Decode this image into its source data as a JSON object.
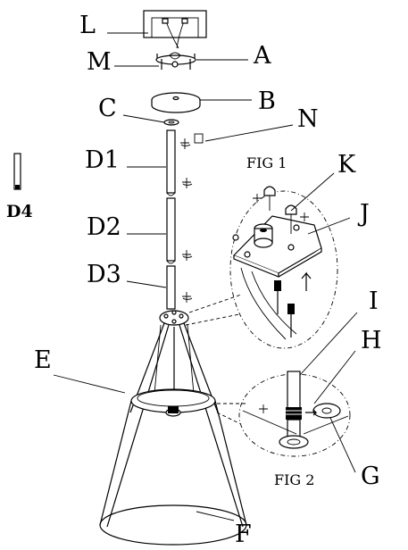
{
  "labels": {
    "L": "L",
    "M": "M",
    "A": "A",
    "B": "B",
    "C": "C",
    "N": "N",
    "D1": "D1",
    "D2": "D2",
    "D3": "D3",
    "D4": "D4",
    "E": "E",
    "F": "F",
    "G": "G",
    "H": "H",
    "I": "I",
    "J": "J",
    "K": "K"
  },
  "figures": {
    "fig1": "FIG 1",
    "fig2": "FIG 2"
  }
}
